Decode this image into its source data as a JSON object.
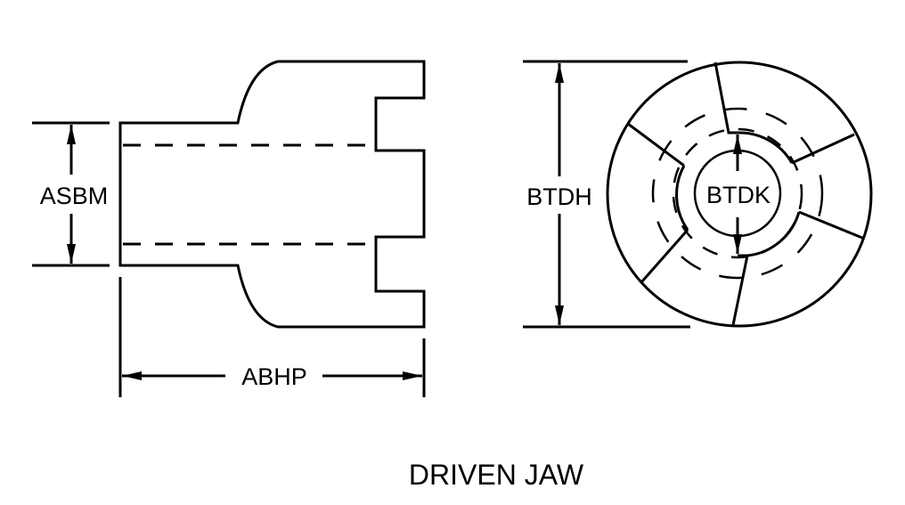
{
  "title": "DRIVEN JAW",
  "dimensions": {
    "asbm": "ASBM",
    "abhp": "ABHP",
    "btdh": "BTDH",
    "btdk": "BTDK"
  },
  "colors": {
    "line": "#000000",
    "background": "#ffffff"
  }
}
